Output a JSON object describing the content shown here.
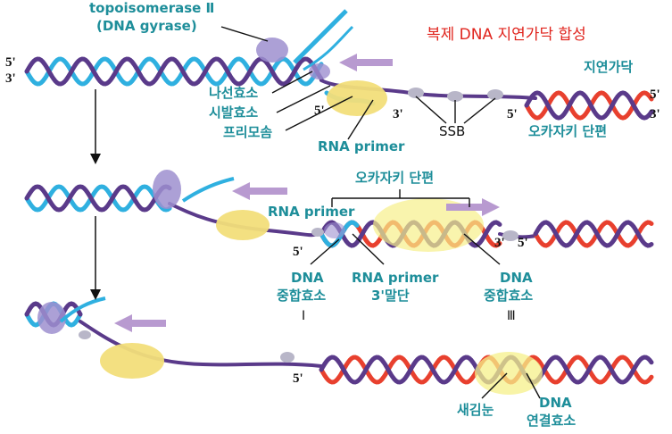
{
  "title": "복제 DNA 지연가닥 합성",
  "colors": {
    "parental_light": "#2fb0e0",
    "parental_dark": "#5a3a8a",
    "okazaki": "#e8402e",
    "primer": "#2fb0e0",
    "arrow": "#b89ad0",
    "label_teal": "#1e8e9a",
    "title_red": "#e0241d",
    "protein_yellow": "#f2de7a",
    "protein_purple": "#9d8fcf",
    "ssb_gray": "#b8b6c8"
  },
  "panel1": {
    "topo_label_1": "topoisomerase Ⅱ",
    "topo_label_2": "(DNA gyrase)",
    "helicase": "나선효소",
    "primase": "시발효소",
    "primosome": "프리모솜",
    "rna_primer": "RNA primer",
    "ssb": "SSB",
    "lagging_strand": "지연가닥",
    "okazaki": "오카자키 단편",
    "end_5_left": "5'",
    "end_3_left": "3'",
    "end_5_primer": "5'",
    "end_3_primer": "3'",
    "end_5_frag": "5'",
    "end_5_right": "5'",
    "end_3_right": "3'"
  },
  "panel2": {
    "okazaki": "오카자키 단편",
    "rna_primer": "RNA primer",
    "end_5_left": "5'",
    "end_3": "3'",
    "end_5": "5'",
    "pol1_a": "DNA",
    "pol1_b": "중합효소",
    "pol1_c": "Ⅰ",
    "primer3_a": "RNA primer",
    "primer3_b": "3'말단",
    "pol3_a": "DNA",
    "pol3_b": "중합효소",
    "pol3_c": "Ⅲ"
  },
  "panel3": {
    "end_5": "5'",
    "nick": "새김눈",
    "ligase_a": "DNA",
    "ligase_b": "연결효소"
  }
}
